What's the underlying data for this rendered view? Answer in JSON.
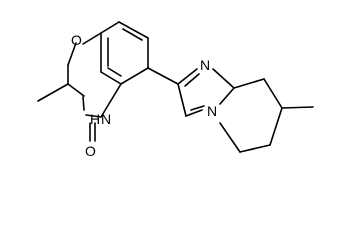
{
  "molecule": {
    "atom_labels": {
      "ring_oxygen": "O",
      "carbonyl_oxygen": "O",
      "amide_nh": "H",
      "amide_n": "N",
      "imidazole_n_top": "N",
      "imidazole_n_bridge": "N"
    },
    "colors": {
      "line": "#000000",
      "background": "#ffffff"
    }
  }
}
